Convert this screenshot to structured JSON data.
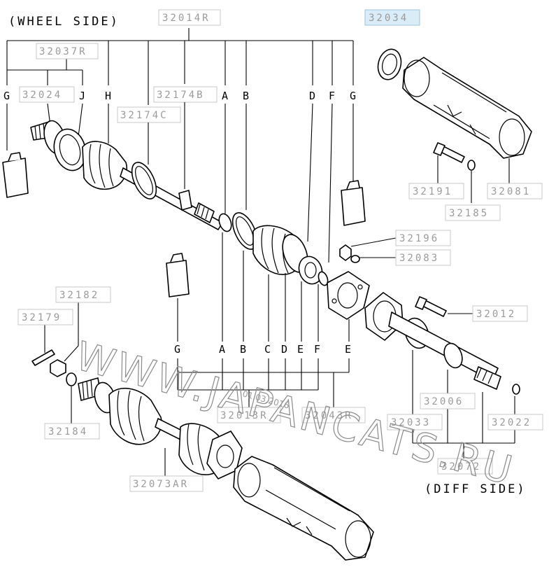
{
  "headers": {
    "wheel_side": "(WHEEL SIDE)",
    "diff_side": "(DIFF SIDE)"
  },
  "part_numbers": {
    "p32014R": "32014R",
    "p32034": "32034",
    "p32037R": "32037R",
    "p32024": "32024",
    "p32174B": "32174B",
    "p32174C": "32174C",
    "p32191": "32191",
    "p32081": "32081",
    "p32185": "32185",
    "p32196": "32196",
    "p32083": "32083",
    "p32012": "32012",
    "p32182": "32182",
    "p32179": "32179",
    "p32184": "32184",
    "p32013R": "32013R",
    "p32043R": "32043R",
    "p32006": "32006",
    "p32033": "32033",
    "p32022": "32022",
    "p32072": "32072",
    "p32073AR": "32073AR"
  },
  "letters_top": [
    "G",
    "J",
    "H",
    "A",
    "B",
    "D",
    "F",
    "G"
  ],
  "letters_bottom": [
    "G",
    "A",
    "B",
    "C",
    "D",
    "E",
    "F",
    "E"
  ],
  "watermark": "WWW.JAPANCATS.RU",
  "date_stamp": "01.03.2016",
  "colors": {
    "highlight": "#d9ecf8",
    "label_gray": "#9a9a9a"
  }
}
